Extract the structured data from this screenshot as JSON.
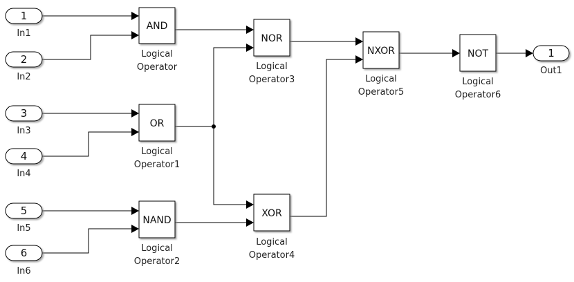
{
  "model": {
    "inports": [
      {
        "id": "in1",
        "number": "1",
        "name": "In1"
      },
      {
        "id": "in2",
        "number": "2",
        "name": "In2"
      },
      {
        "id": "in3",
        "number": "3",
        "name": "In3"
      },
      {
        "id": "in4",
        "number": "4",
        "name": "In4"
      },
      {
        "id": "in5",
        "number": "5",
        "name": "In5"
      },
      {
        "id": "in6",
        "number": "6",
        "name": "In6"
      }
    ],
    "blocks": [
      {
        "id": "op0",
        "operator": "AND",
        "name_line1": "Logical",
        "name_line2": "Operator"
      },
      {
        "id": "op1",
        "operator": "OR",
        "name_line1": "Logical",
        "name_line2": "Operator1"
      },
      {
        "id": "op2",
        "operator": "NAND",
        "name_line1": "Logical",
        "name_line2": "Operator2"
      },
      {
        "id": "op3",
        "operator": "NOR",
        "name_line1": "Logical",
        "name_line2": "Operator3"
      },
      {
        "id": "op4",
        "operator": "XOR",
        "name_line1": "Logical",
        "name_line2": "Operator4"
      },
      {
        "id": "op5",
        "operator": "NXOR",
        "name_line1": "Logical",
        "name_line2": "Operator5"
      },
      {
        "id": "op6",
        "operator": "NOT",
        "name_line1": "Logical",
        "name_line2": "Operator6"
      }
    ],
    "outports": [
      {
        "id": "out1",
        "number": "1",
        "name": "Out1"
      }
    ],
    "connections": [
      {
        "from": "In1",
        "to": "Logical Operator (in 1)"
      },
      {
        "from": "In2",
        "to": "Logical Operator (in 2)"
      },
      {
        "from": "In3",
        "to": "Logical Operator1 (in 1)"
      },
      {
        "from": "In4",
        "to": "Logical Operator1 (in 2)"
      },
      {
        "from": "In5",
        "to": "Logical Operator2 (in 1)"
      },
      {
        "from": "In6",
        "to": "Logical Operator2 (in 2)"
      },
      {
        "from": "Logical Operator",
        "to": "Logical Operator3 (in 1)"
      },
      {
        "from": "Logical Operator1",
        "to": "Logical Operator3 (in 2)"
      },
      {
        "from": "Logical Operator1",
        "to": "Logical Operator4 (in 1)"
      },
      {
        "from": "Logical Operator2",
        "to": "Logical Operator4 (in 2)"
      },
      {
        "from": "Logical Operator3",
        "to": "Logical Operator5 (in 1)"
      },
      {
        "from": "Logical Operator4",
        "to": "Logical Operator5 (in 2)"
      },
      {
        "from": "Logical Operator5",
        "to": "Logical Operator6"
      },
      {
        "from": "Logical Operator6",
        "to": "Out1"
      }
    ],
    "colors": {
      "line": "#000000",
      "block_fill": "#ffffff",
      "block_border": "#000000",
      "shadow": "#9a9a9a"
    }
  }
}
